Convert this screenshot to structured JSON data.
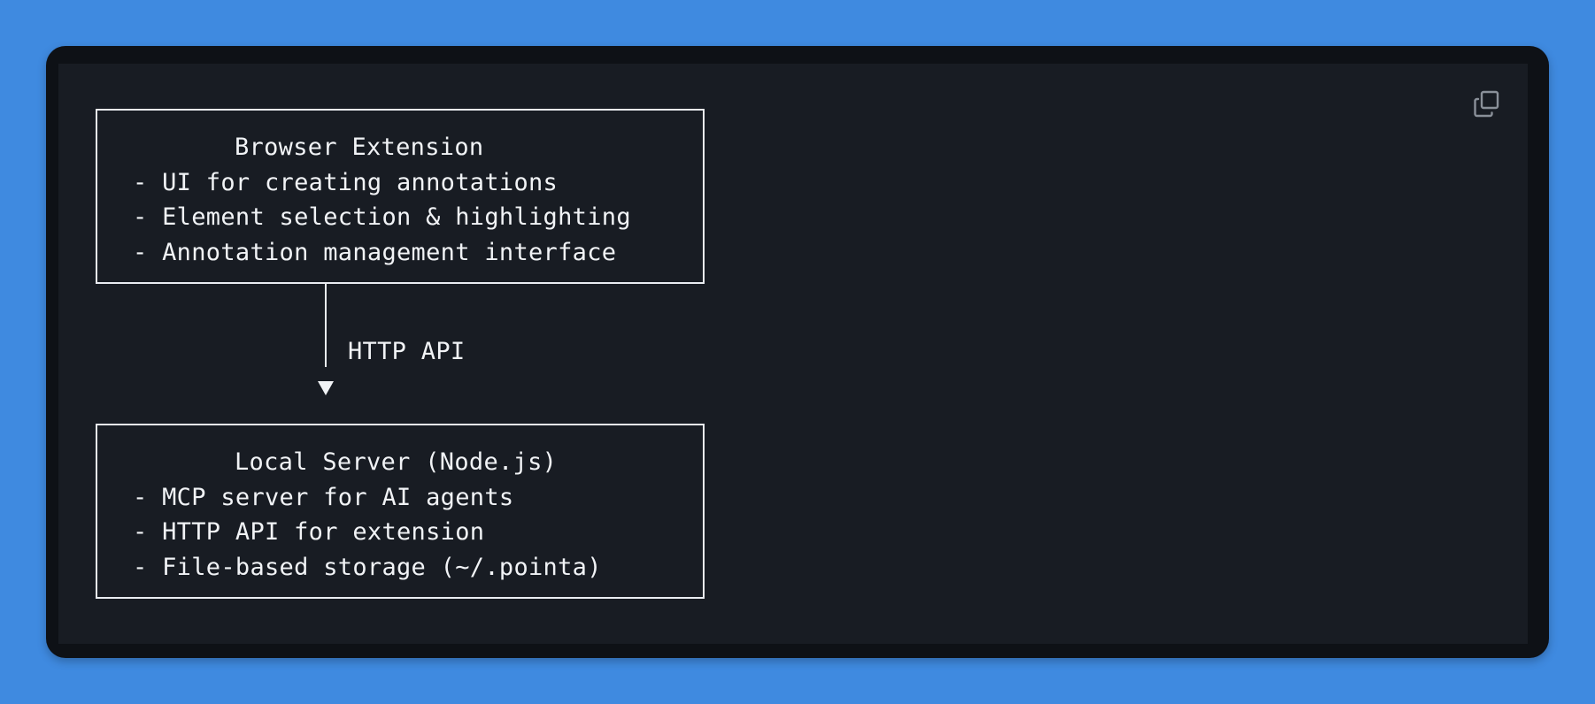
{
  "code_block": {
    "copy_icon": "copy-icon",
    "diagram": {
      "top_box": {
        "title": "Browser Extension",
        "lines": [
          "- UI for creating annotations",
          "- Element selection & highlighting",
          "- Annotation management interface"
        ]
      },
      "connector": {
        "label": "HTTP API",
        "icon": "arrow-down-icon"
      },
      "bottom_box": {
        "title": "Local Server (Node.js)",
        "lines": [
          "- MCP server for AI agents",
          "- HTTP API for extension",
          "- File-based storage (~/.pointa)"
        ]
      }
    }
  },
  "colors": {
    "page_background": "#3f8ae0",
    "frame_background": "#0e1116",
    "code_background": "#181c23",
    "text": "#f1f3f6",
    "border": "#e9ecf1"
  }
}
